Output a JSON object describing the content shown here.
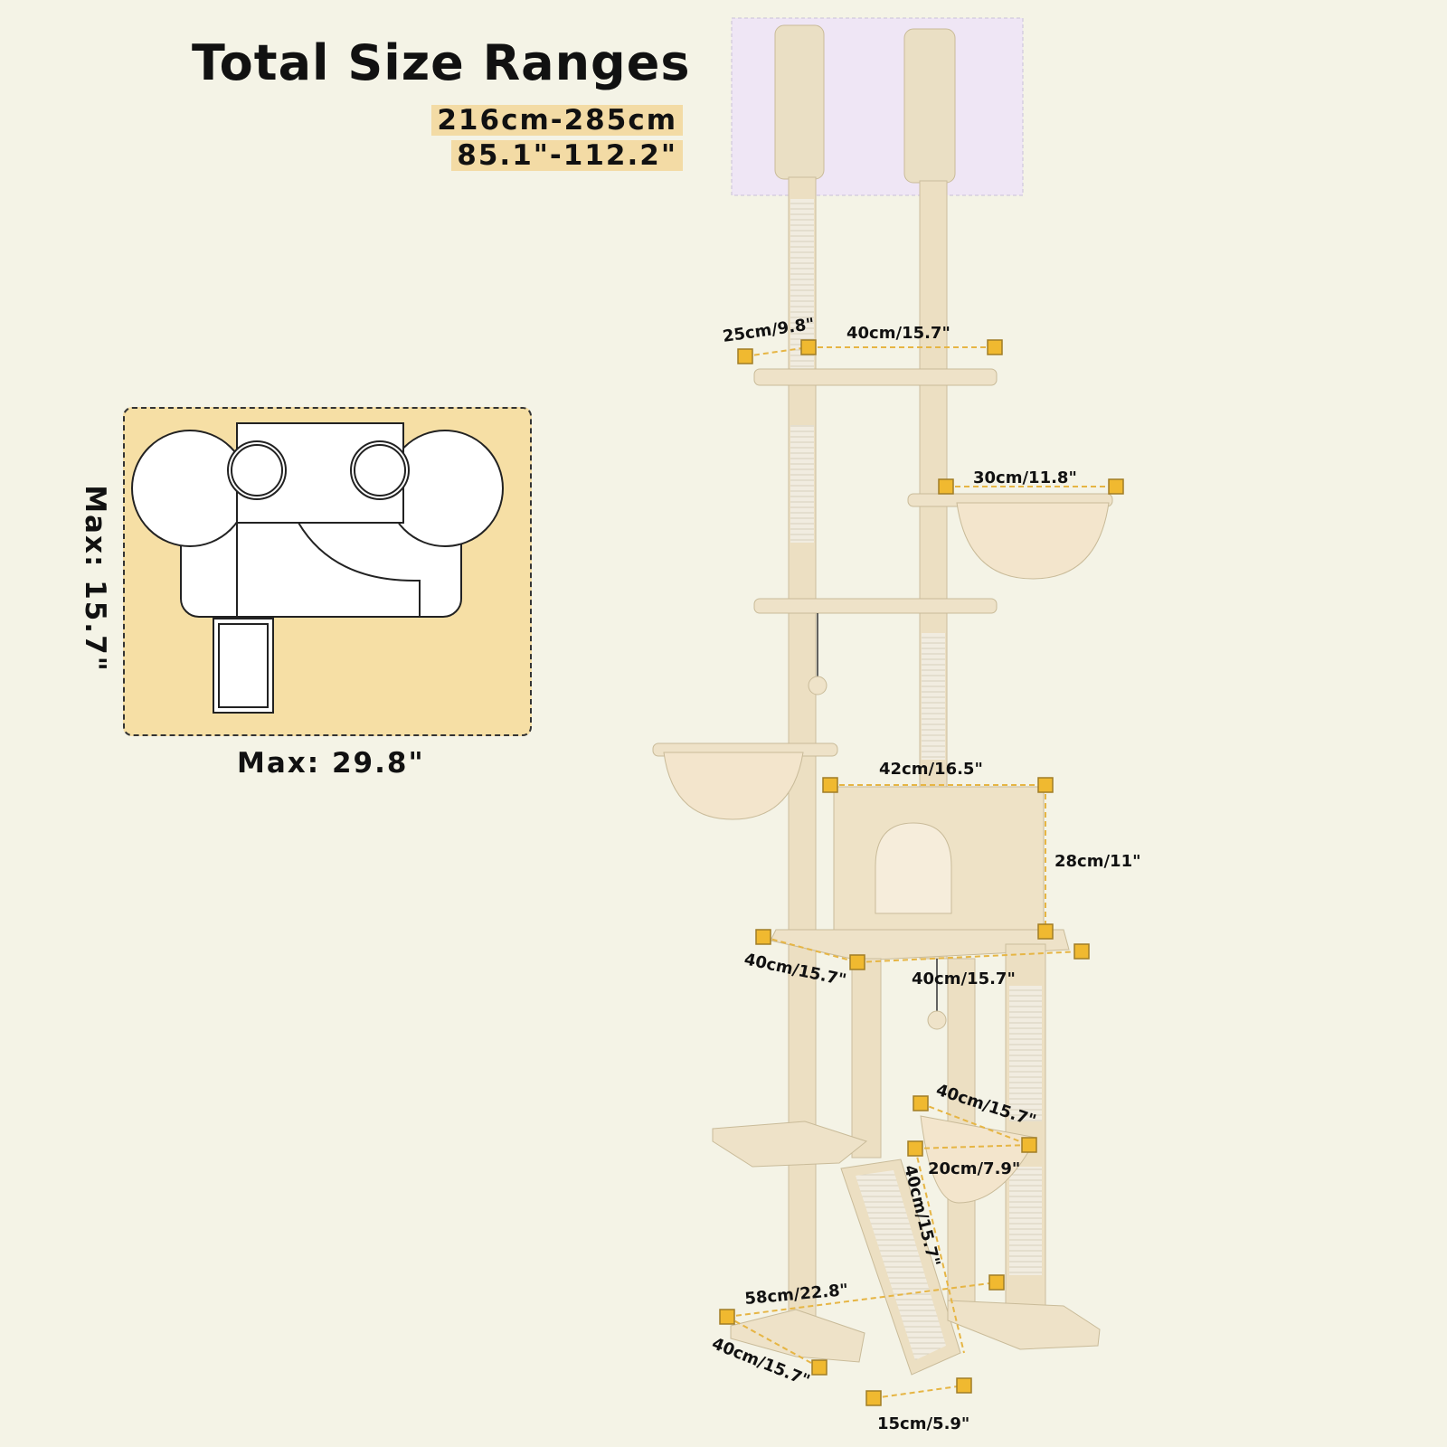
{
  "header": {
    "title": "Total Size Ranges",
    "size_cm": "216cm-285cm",
    "size_in": "85.1\"-112.2\""
  },
  "footprint": {
    "width_label": "Max: 29.8\"",
    "depth_label": "Max: 15.7\""
  },
  "measurements": {
    "top_perch_depth": "25cm/9.8\"",
    "top_perch_width": "40cm/15.7\"",
    "upper_basket_width": "30cm/11.8\"",
    "condo_width": "42cm/16.5\"",
    "condo_height": "28cm/11\"",
    "condo_base_depth": "40cm/15.7\"",
    "condo_base_width": "40cm/15.7\"",
    "hammock_length": "40cm/15.7\"",
    "hammock_width": "20cm/7.9\"",
    "ramp_length": "40cm/15.7\"",
    "base_width": "58cm/22.8\"",
    "base_depth": "40cm/15.7\"",
    "ramp_width": "15cm/5.9\""
  },
  "colors": {
    "background": "#f4f3e6",
    "plush": "#ecdfc2",
    "sisal": "#f1ece0",
    "highlight": "#f3dba5",
    "marker": "#f0b930",
    "ceiling_zone": "#efe6f5"
  }
}
